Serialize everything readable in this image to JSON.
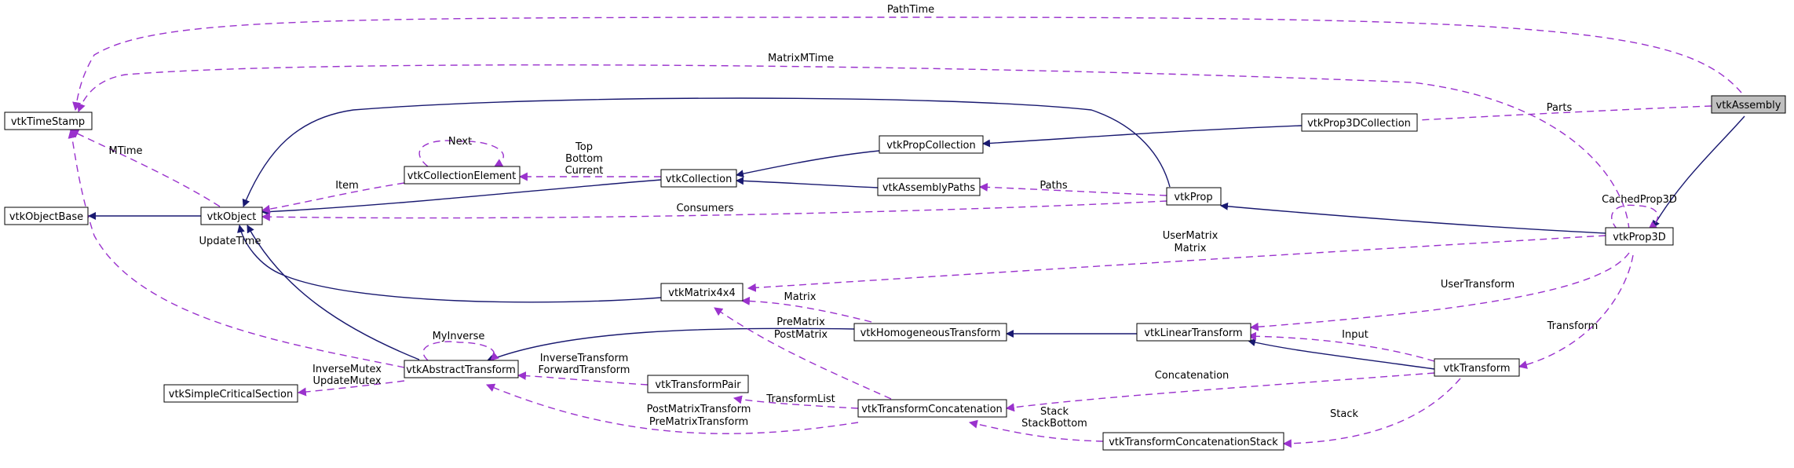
{
  "nodes": {
    "vtkTimeStamp": "vtkTimeStamp",
    "vtkObjectBase": "vtkObjectBase",
    "vtkObject": "vtkObject",
    "vtkCollectionElement": "vtkCollectionElement",
    "vtkCollection": "vtkCollection",
    "vtkPropCollection": "vtkPropCollection",
    "vtkAssemblyPaths": "vtkAssemblyPaths",
    "vtkProp3DCollection": "vtkProp3DCollection",
    "vtkAssembly": "vtkAssembly",
    "vtkProp": "vtkProp",
    "vtkProp3D": "vtkProp3D",
    "vtkMatrix4x4": "vtkMatrix4x4",
    "vtkHomogeneousTransform": "vtkHomogeneousTransform",
    "vtkLinearTransform": "vtkLinearTransform",
    "vtkTransform": "vtkTransform",
    "vtkAbstractTransform": "vtkAbstractTransform",
    "vtkSimpleCriticalSection": "vtkSimpleCriticalSection",
    "vtkTransformPair": "vtkTransformPair",
    "vtkTransformConcatenation": "vtkTransformConcatenation",
    "vtkTransformConcatenationStack": "vtkTransformConcatenationStack"
  },
  "edge_labels": {
    "path_time": "PathTime",
    "matrix_mtime": "MatrixMTime",
    "parts": "Parts",
    "mtime": "MTime",
    "next": "Next",
    "top_bottom_current": [
      "Top",
      "Bottom",
      "Current"
    ],
    "item": "Item",
    "paths": "Paths",
    "consumers": "Consumers",
    "cached_prop3d": "CachedProp3D",
    "update_time": "UpdateTime",
    "user_matrix_matrix": [
      "UserMatrix",
      "Matrix"
    ],
    "user_transform": "UserTransform",
    "matrix": "Matrix",
    "my_inverse": "MyInverse",
    "pre_post_matrix": [
      "PreMatrix",
      "PostMatrix"
    ],
    "inverse_forward_transform": [
      "InverseTransform",
      "ForwardTransform"
    ],
    "inverse_update_mutex": [
      "InverseMutex",
      "UpdateMutex"
    ],
    "transform": "Transform",
    "input": "Input",
    "concatenation": "Concatenation",
    "transform_list": "TransformList",
    "postmatrix_prematrix_transform": [
      "PostMatrixTransform",
      "PreMatrixTransform"
    ],
    "stack_stackbottom": [
      "Stack",
      "StackBottom"
    ],
    "stack": "Stack"
  },
  "colors": {
    "inheritance": "#191970",
    "usage": "#9a32cd",
    "highlight_fill": "#bfbfbf"
  }
}
